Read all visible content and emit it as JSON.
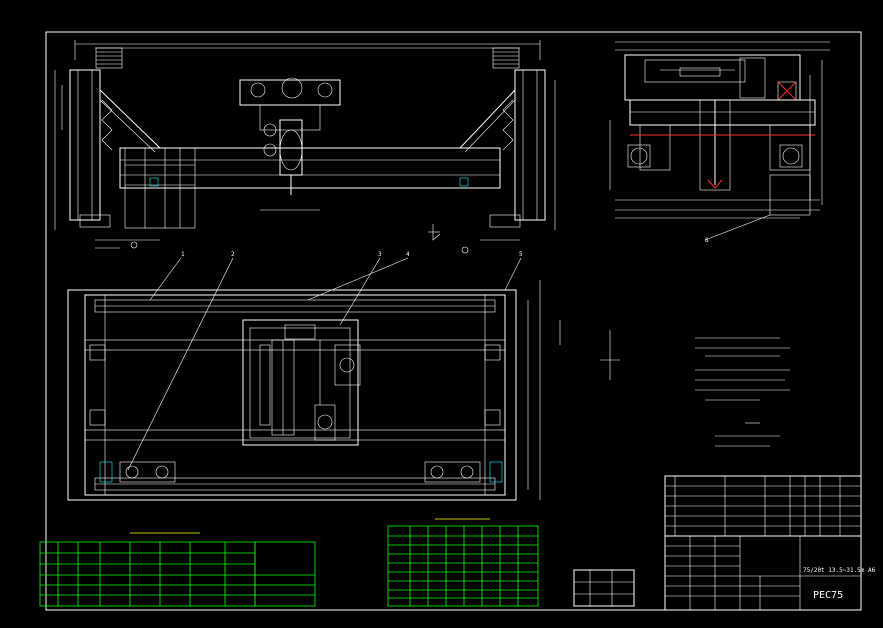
{
  "drawing": {
    "code": "PEC75",
    "title_block": {
      "code_label": "PEC75",
      "spec_line": "75/20t  13.5~31.5m  A6"
    },
    "item_labels": [
      "1",
      "2",
      "3",
      "4",
      "5",
      "6"
    ],
    "colors": {
      "background": "#000000",
      "outline": "#ffffff",
      "table_green": "#00ff00",
      "table_yellow": "#ffff00",
      "dimension_cyan": "#00ffff",
      "marker_red": "#ff3030"
    }
  }
}
